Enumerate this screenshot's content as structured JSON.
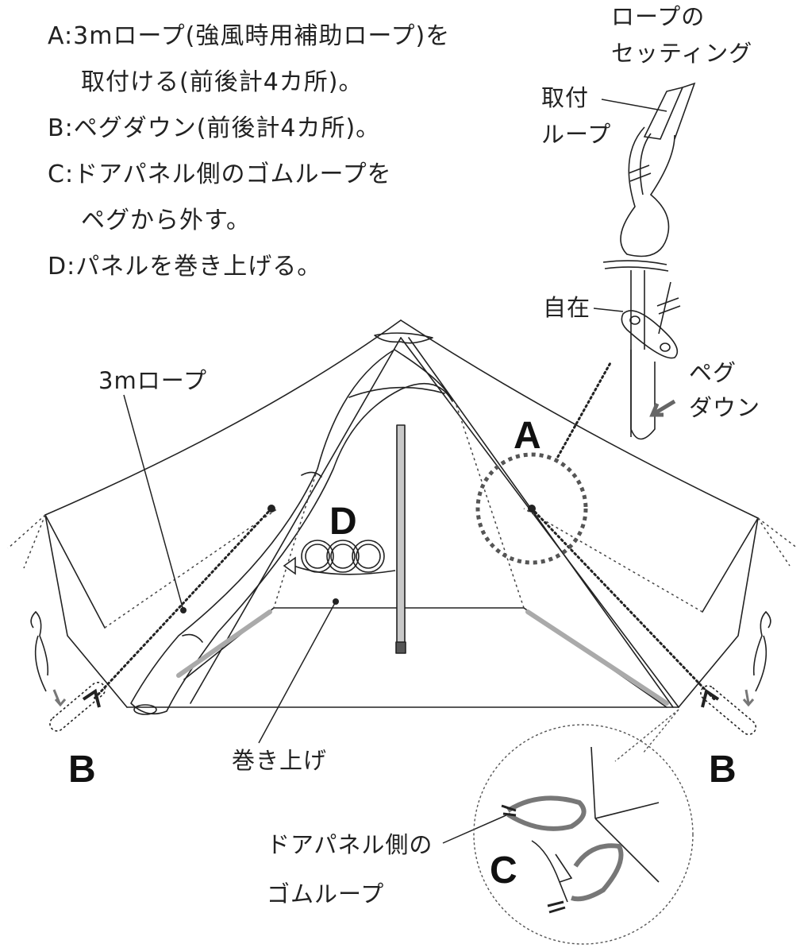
{
  "instructions": [
    "A:3mロープ(強風時用補助ロープ)を",
    "取付ける(前後計4カ所)。",
    "B:ペグダウン(前後計4カ所)。",
    "C:ドアパネル側のゴムループを",
    "ペグから外す。",
    "D:パネルを巻き上げる。"
  ],
  "labels": {
    "rope_setting_1": "ロープの",
    "rope_setting_2": "セッティング",
    "loop_1": "取付",
    "loop_2": "ループ",
    "jizai": "自在",
    "pegdown_1": "ペグ",
    "pegdown_2": "ダウン",
    "rope3m": "3mロープ",
    "roll_up": "巻き上げ",
    "gum_1": "ドアパネル側の",
    "gum_2": "ゴムループ"
  },
  "markers": {
    "a": "A",
    "b_left": "B",
    "b_right": "B",
    "c": "C",
    "d": "D"
  },
  "colors": {
    "line": "#222222",
    "tape": "#aaaaaa",
    "dotted_circle": "#555555"
  }
}
